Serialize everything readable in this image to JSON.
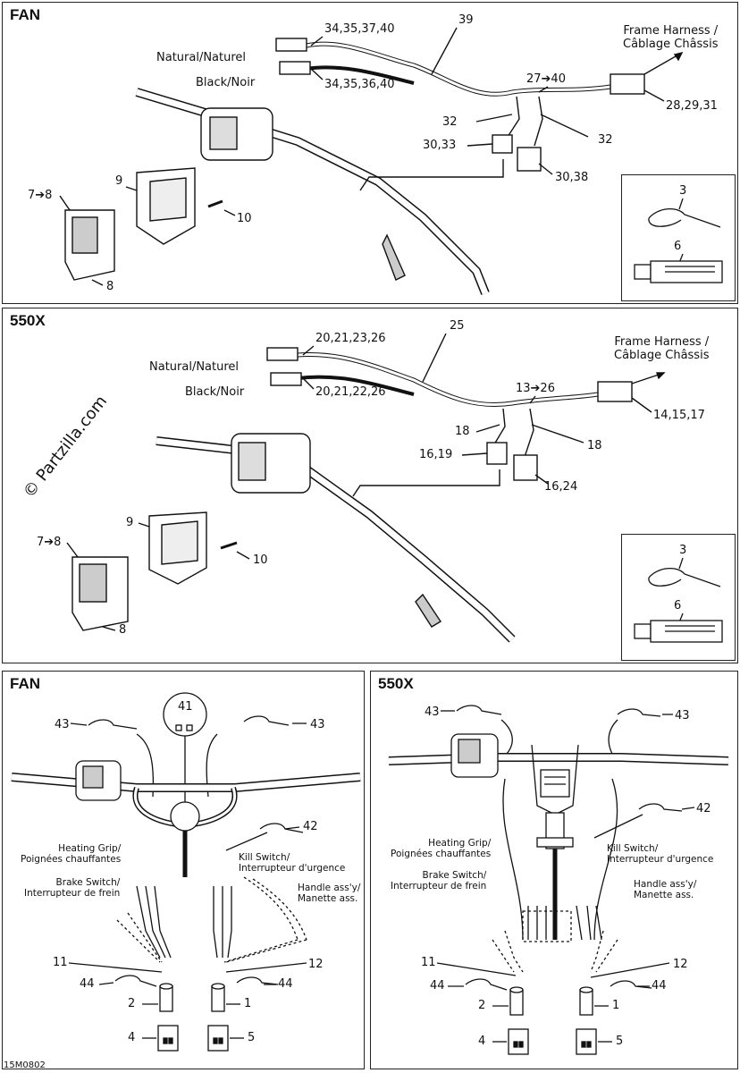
{
  "panels": {
    "p1": {
      "title": "FAN",
      "labels": {
        "conn_natural": "Natural/Naturel",
        "conn_black": "Black/Noir",
        "p34_40": "34,35,37,40",
        "p34_36": "34,35,36,40",
        "p39": "39",
        "frame": "Frame Harness /",
        "frame2": "Câblage Châssis",
        "p27": "27➔40",
        "p28": "28,29,31",
        "p32a": "32",
        "p32b": "32",
        "p30_33": "30,33",
        "p30_38": "30,38",
        "p9": "9",
        "p7": "7➔8",
        "p10": "10",
        "p8": "8",
        "p3": "3",
        "p6": "6"
      }
    },
    "p2": {
      "title": "550X",
      "labels": {
        "conn_natural": "Natural/Naturel",
        "conn_black": "Black/Noir",
        "p20a": "20,21,23,26",
        "p20b": "20,21,22,26",
        "p25": "25",
        "frame": "Frame Harness /",
        "frame2": "Câblage Châssis",
        "p13": "13➔26",
        "p14": "14,15,17",
        "p18a": "18",
        "p18b": "18",
        "p16_19": "16,19",
        "p16_24": "16,24",
        "p9": "9",
        "p7": "7➔8",
        "p10": "10",
        "p8": "8",
        "p3": "3",
        "p6": "6"
      }
    },
    "p3": {
      "title": "FAN",
      "labels": {
        "p43a": "43",
        "p43b": "43",
        "p41": "41",
        "p42": "42",
        "heat1": "Heating Grip/",
        "heat2": "Poignées chauffantes",
        "brake1": "Brake Switch/",
        "brake2": "Interrupteur de frein",
        "kill1": "Kill Switch/",
        "kill2": "Interrupteur d'urgence",
        "handle1": "Handle ass'y/",
        "handle2": "Manette ass.",
        "p11": "11",
        "p12": "12",
        "p44a": "44",
        "p44b": "44",
        "p2": "2",
        "p1": "1",
        "p4": "4",
        "p5": "5"
      }
    },
    "p4": {
      "title": "550X",
      "labels": {
        "p43a": "43",
        "p43b": "43",
        "p42": "42",
        "heat1": "Heating Grip/",
        "heat2": "Poignées chauffantes",
        "brake1": "Brake Switch/",
        "brake2": "Interrupteur de frein",
        "kill1": "Kill Switch/",
        "kill2": "Interrupteur d'urgence",
        "handle1": "Handle ass'y/",
        "handle2": "Manette ass.",
        "p11": "11",
        "p12": "12",
        "p44a": "44",
        "p44b": "44",
        "p2": "2",
        "p1": "1",
        "p4": "4",
        "p5": "5"
      }
    }
  },
  "watermark": "© Partzilla.com",
  "drawing_code": "15M0802"
}
